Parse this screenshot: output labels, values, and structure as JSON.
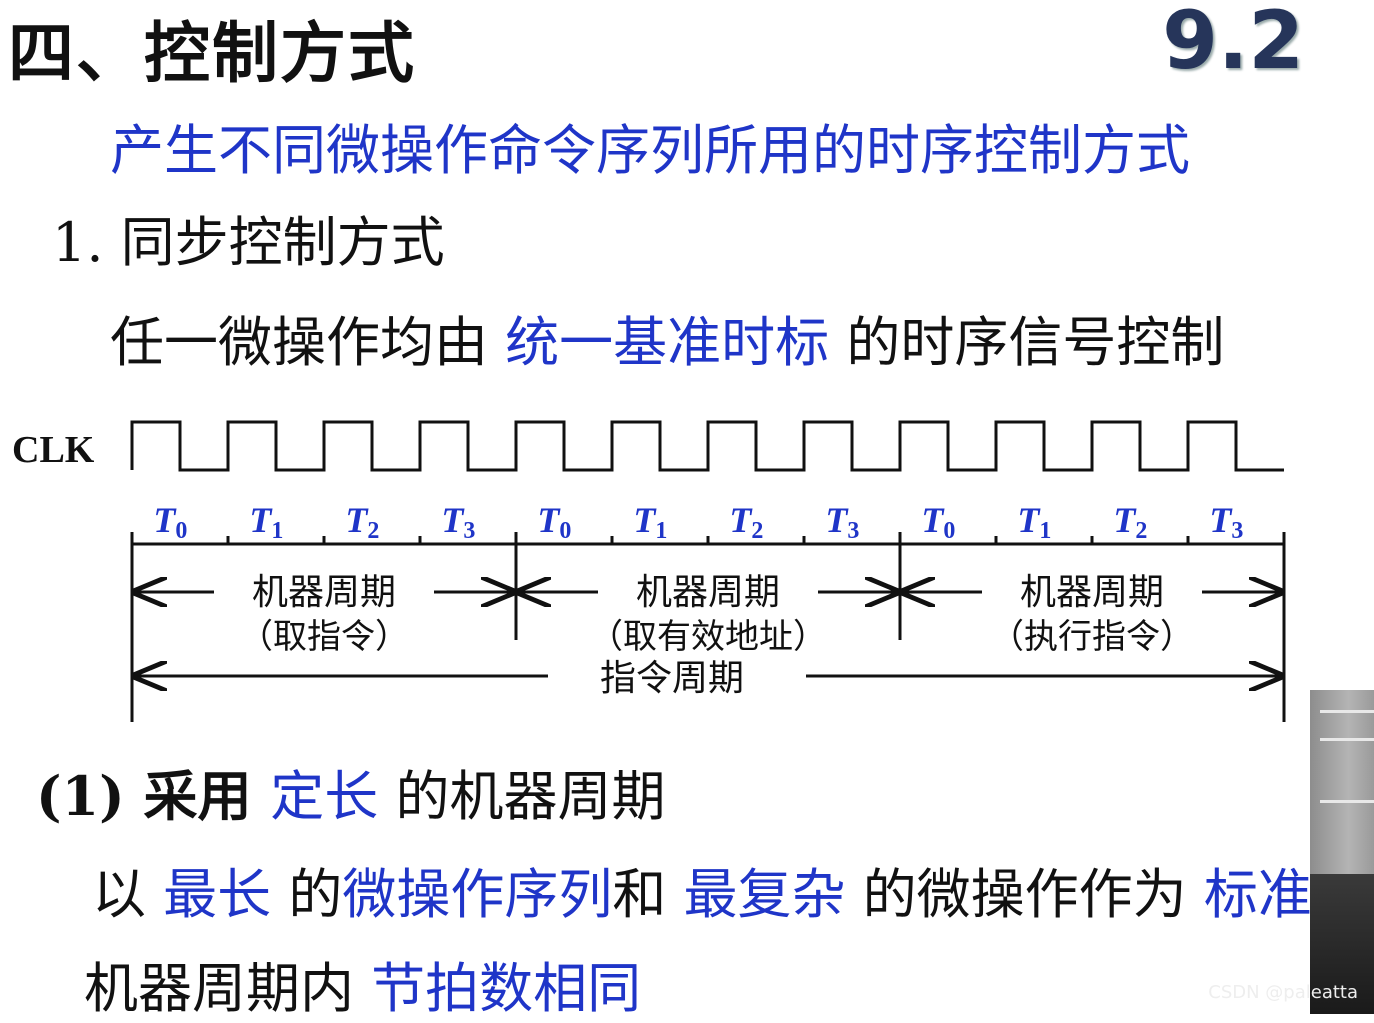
{
  "title": "四、控制方式",
  "section_number": "9.2",
  "subtitle": "产生不同微操作命令序列所用的时序控制方式",
  "heading_1": "1. 同步控制方式",
  "line_uniform": {
    "prefix": "任一微操作均由 ",
    "highlight": "统一基准时标",
    "suffix": " 的时序信号控制"
  },
  "clk_label": "CLK",
  "timing": {
    "clock_cycles": 12,
    "ticks": [
      {
        "t": "T",
        "sub": "0"
      },
      {
        "t": "T",
        "sub": "1"
      },
      {
        "t": "T",
        "sub": "2"
      },
      {
        "t": "T",
        "sub": "3"
      },
      {
        "t": "T",
        "sub": "0"
      },
      {
        "t": "T",
        "sub": "1"
      },
      {
        "t": "T",
        "sub": "2"
      },
      {
        "t": "T",
        "sub": "3"
      },
      {
        "t": "T",
        "sub": "0"
      },
      {
        "t": "T",
        "sub": "1"
      },
      {
        "t": "T",
        "sub": "2"
      },
      {
        "t": "T",
        "sub": "3"
      }
    ],
    "machine_cycles": [
      {
        "label": "机器周期",
        "note": "（取指令）"
      },
      {
        "label": "机器周期",
        "note": "（取有效地址）"
      },
      {
        "label": "机器周期",
        "note": "（执行指令）"
      }
    ],
    "instruction_cycle": "指令周期"
  },
  "item_1": {
    "prefix": "(1) 采用 ",
    "highlight": "定长",
    "suffix": " 的机器周期"
  },
  "line_longest": {
    "p1": "以 ",
    "h1": "最长",
    "p2": " 的",
    "h2": "微操作序列",
    "p3": "和 ",
    "h3": "最复杂",
    "p4": " 的微操作作为 ",
    "h4": "标准"
  },
  "line_same": {
    "prefix": "机器周期内 ",
    "highlight": "节拍数相同"
  },
  "watermark": "CSDN @paleatta"
}
